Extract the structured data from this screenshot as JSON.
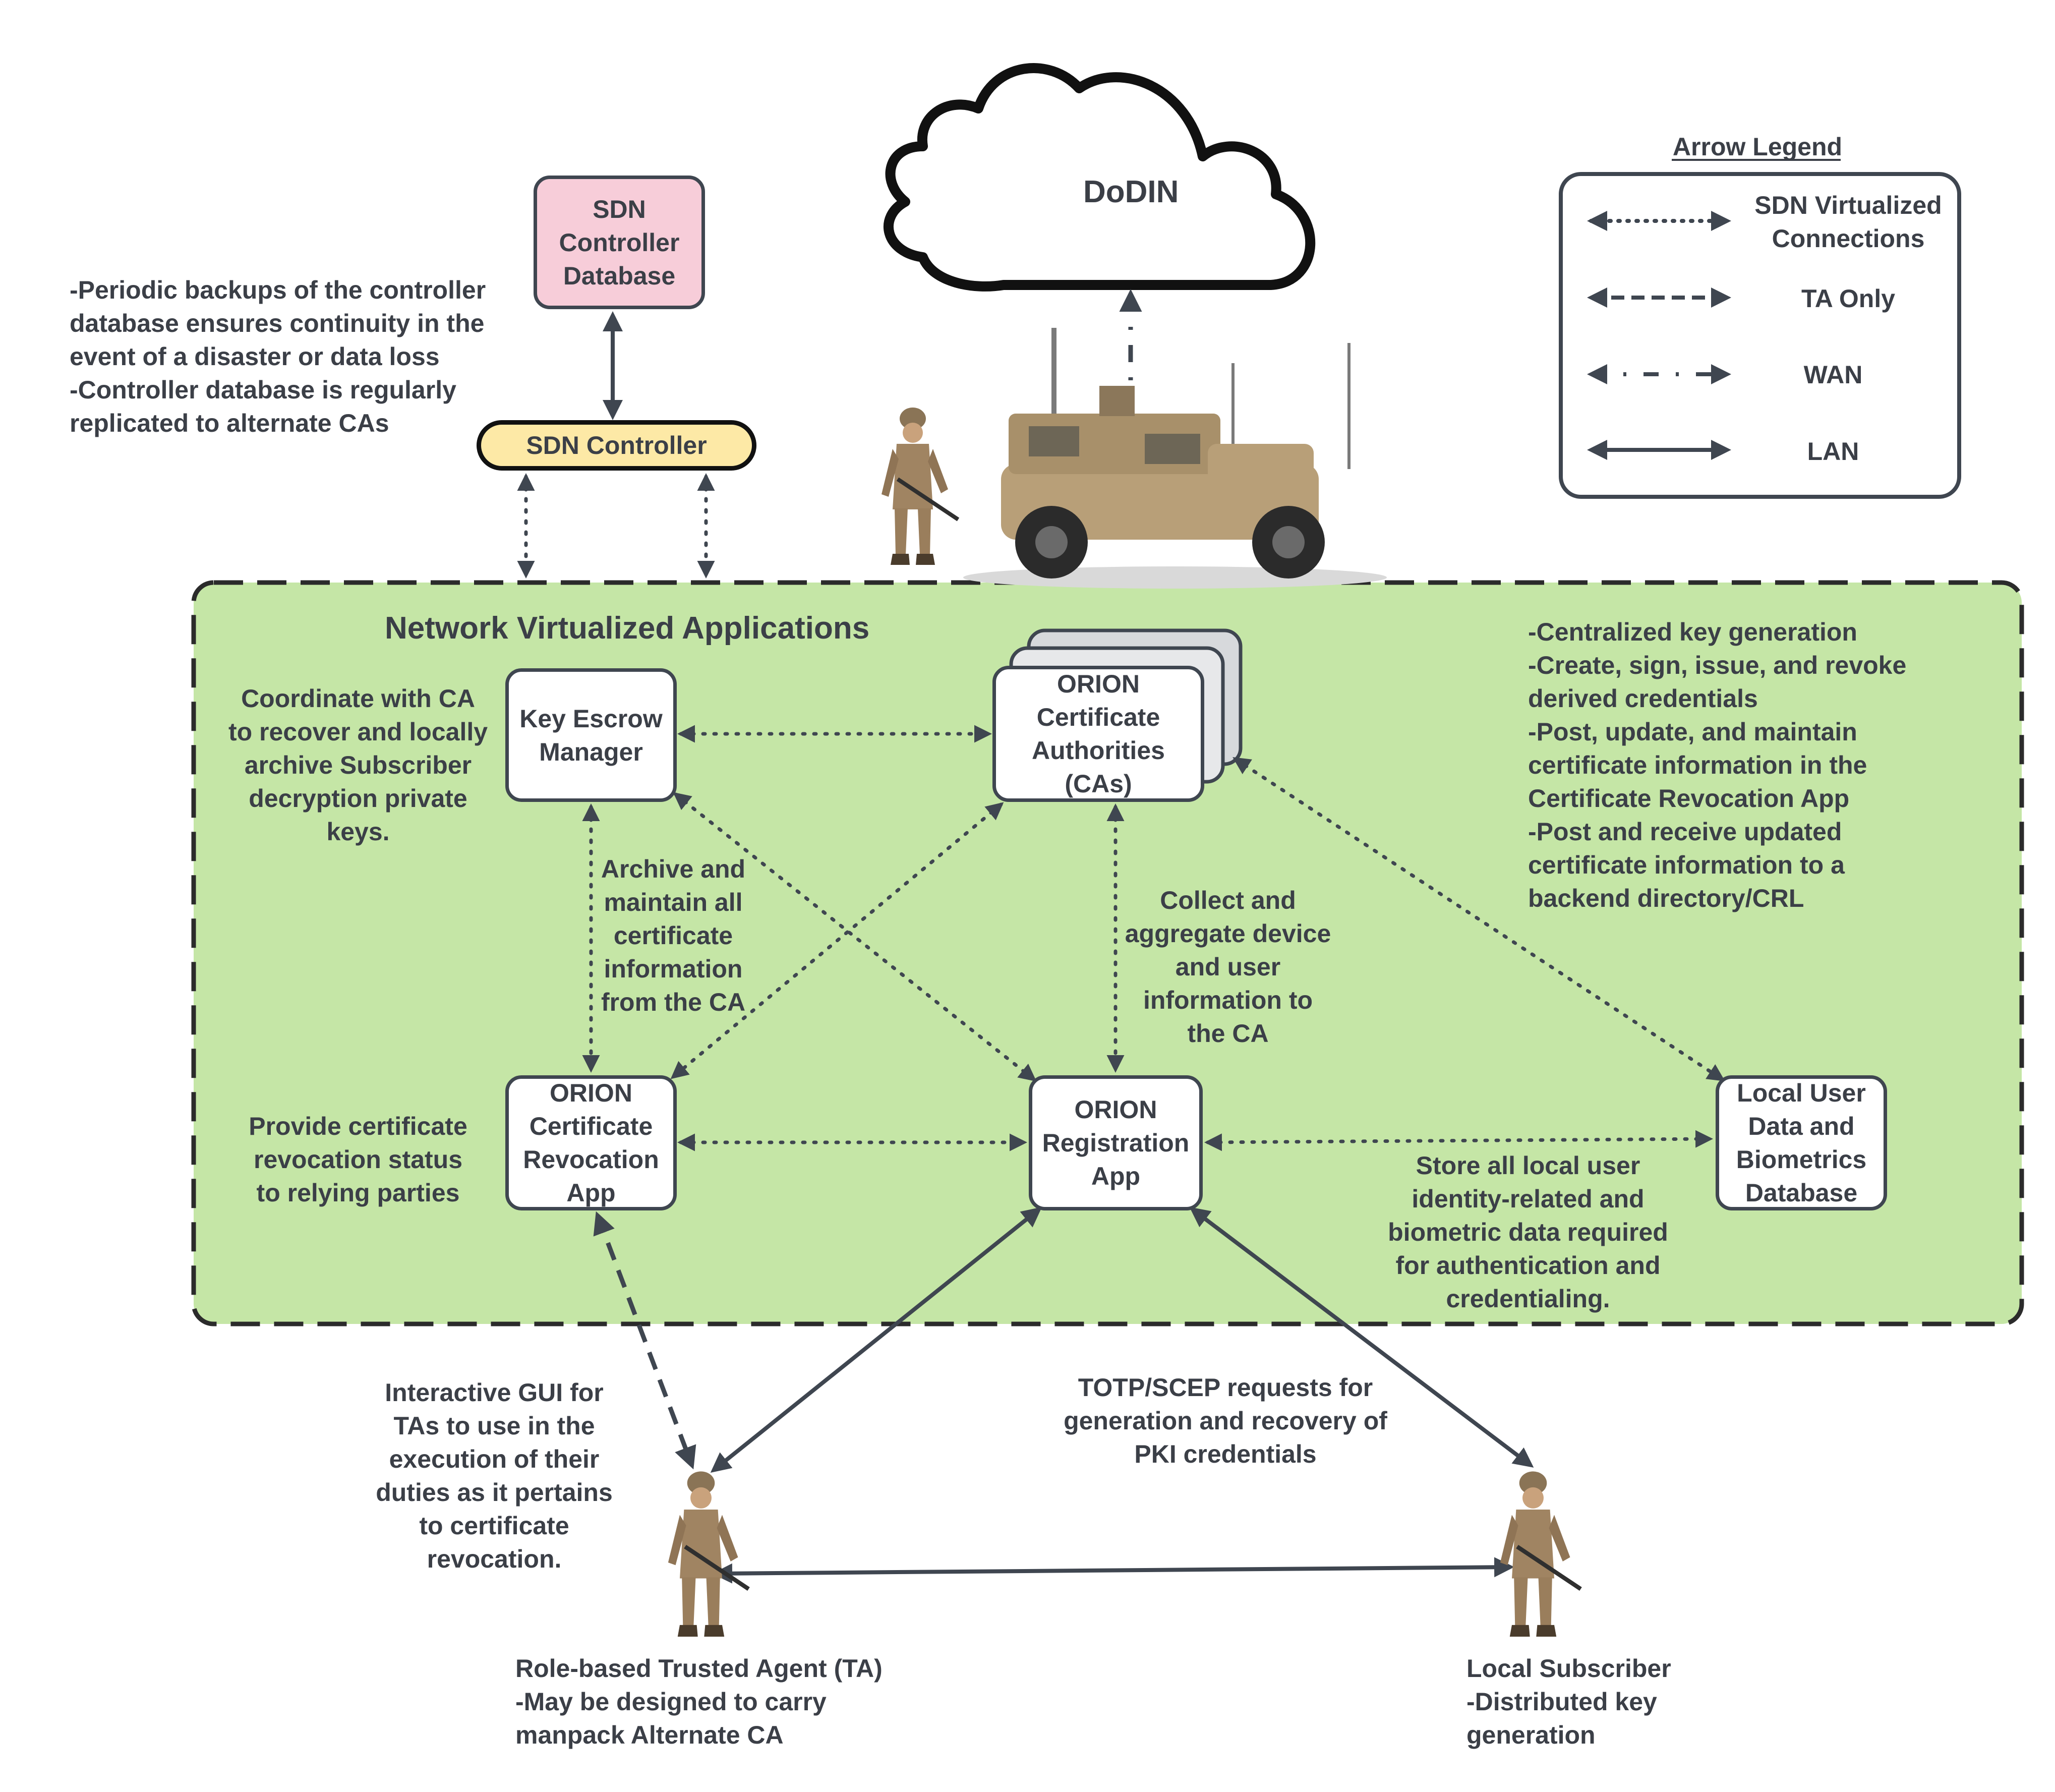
{
  "nodes": {
    "sdn_db": "SDN\nController\nDatabase",
    "sdn_controller": "SDN Controller",
    "dodin": "DoDIN",
    "key_escrow": "Key Escrow\nManager",
    "orion_ca": "ORION\nCertificate\nAuthorities\n(CAs)",
    "orion_cra": "ORION\nCertificate\nRevocation\nApp",
    "orion_ra": "ORION\nRegistration\nApp",
    "local_db": "Local User\nData and\nBiometrics\nDatabase"
  },
  "region_title": "Network Virtualized Applications",
  "notes": {
    "backup": "-Periodic backups of the controller\ndatabase ensures continuity in the\nevent of a disaster or data loss\n-Controller database is regularly\nreplicated to alternate CAs",
    "key_escrow": "Coordinate with CA\nto recover and locally\narchive Subscriber\ndecryption private\nkeys.",
    "ca_functions": "-Centralized key generation\n-Create, sign, issue, and revoke\nderived credentials\n-Post, update, and maintain\ncertificate information in the\nCertificate Revocation App\n-Post and receive updated\ncertificate information to a\nbackend directory/CRL",
    "archive": "Archive and\nmaintain all\ncertificate\ninformation\nfrom the CA",
    "collect": "Collect and\naggregate device\nand user\ninformation to\nthe CA",
    "revocation_status": "Provide certificate\nrevocation status\nto relying parties",
    "store": "Store all local user\nidentity-related and\nbiometric data required\nfor authentication and\ncredentialing.",
    "gui": "Interactive GUI for\nTAs to use in the\nexecution of their\nduties as it pertains\nto certificate\nrevocation.",
    "totp": "TOTP/SCEP requests for\ngeneration and recovery of\nPKI credentials",
    "ta": "Role-based Trusted Agent (TA)\n-May be designed to carry\nmanpack Alternate CA",
    "subscriber": "Local Subscriber\n-Distributed key\ngeneration"
  },
  "legend": {
    "title": "Arrow Legend",
    "items": [
      {
        "label": "SDN Virtualized\nConnections",
        "style": "dotted"
      },
      {
        "label": "TA Only",
        "style": "dashed"
      },
      {
        "label": "WAN",
        "style": "dash-dot"
      },
      {
        "label": "LAN",
        "style": "solid"
      }
    ]
  },
  "colors": {
    "region_fill": "#c5e6a6",
    "sdn_db_fill": "#f7cdd9",
    "sdn_controller_fill": "#fde9a6",
    "stroke": "#3f4650",
    "text": "#3b3f47"
  }
}
